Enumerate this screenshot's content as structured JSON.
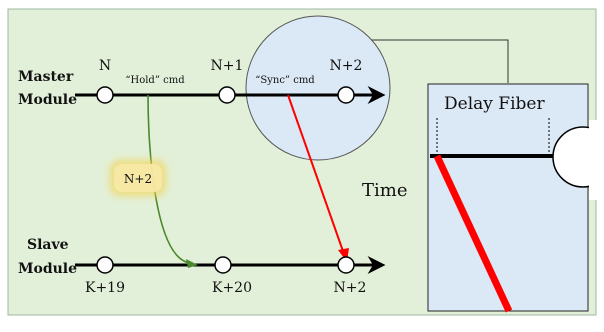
{
  "master": {
    "line1": "Master",
    "line2": "Module"
  },
  "slave": {
    "line1": "Slave",
    "line2": "Module"
  },
  "master_ticks": [
    "N",
    "N+1",
    "N+2"
  ],
  "slave_ticks": [
    "K+19",
    "K+20",
    "N+2"
  ],
  "commands": {
    "hold": "“Hold” cmd",
    "sync": "“Sync” cmd"
  },
  "badge": "N+2",
  "time_label": "Time",
  "inset_title": "Delay Fiber",
  "colors": {
    "background": "#e2f0d9",
    "circle_fill": "#dbe8f5",
    "inset_fill": "#dbe8f5",
    "hold_arrow": "#4b8a2a",
    "sync_arrow": "#ff0000",
    "badge_fill": "#f7e9a8",
    "badge_glow": "#f2d55a"
  }
}
